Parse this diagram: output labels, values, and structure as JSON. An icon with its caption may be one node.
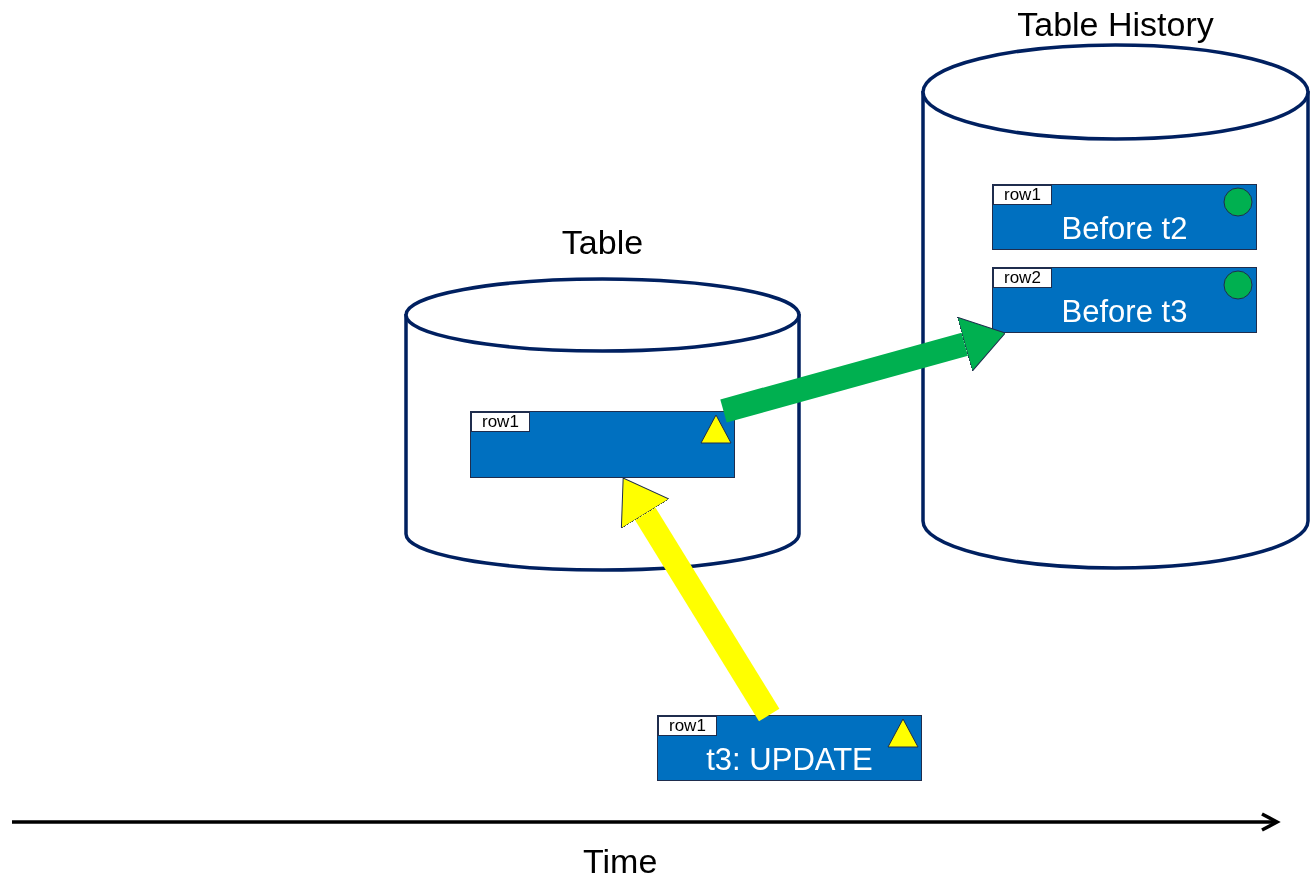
{
  "diagram": {
    "nodes": [
      {
        "text": [
          "Table"
        ]
      },
      {
        "text": [
          "row1"
        ],
        "in": 0
      },
      {
        "text": [
          "Table History"
        ]
      },
      {
        "text": [
          "row1",
          "Before t2"
        ],
        "in": 2
      },
      {
        "text": [
          "row2",
          "Before t3"
        ],
        "in": 2
      },
      {
        "text": [
          "row1",
          "t3: UPDATE"
        ]
      }
    ],
    "edges": [
      {
        "from": 5,
        "to": 1,
        "arrow": "to",
        "color": "#ffff00"
      },
      {
        "from": 1,
        "to": 4,
        "arrow": "to",
        "color": "#00b050"
      }
    ],
    "labels": [
      "Time"
    ]
  }
}
